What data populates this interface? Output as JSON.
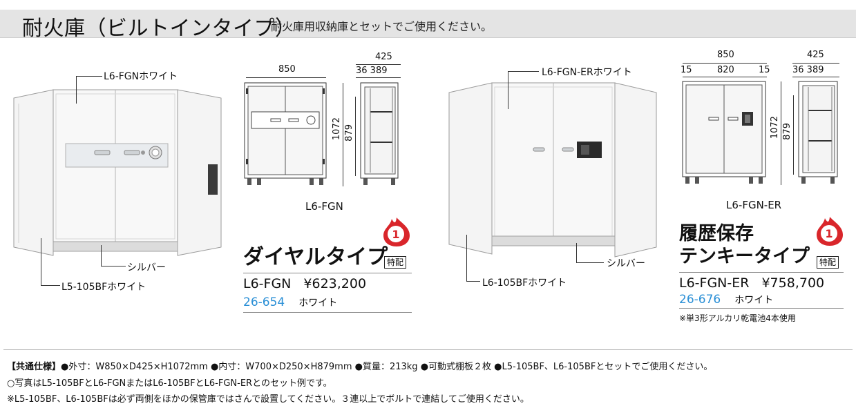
{
  "header": {
    "title": "耐火庫（ビルトインタイプ）",
    "subtitle": "耐火庫用収納庫とセットでご使用ください。"
  },
  "left_photo": {
    "callout_top": "L6-FGNホワイト",
    "callout_silver": "シルバー",
    "callout_base": "L5-105BFホワイト"
  },
  "left_drawing": {
    "width_total": "850",
    "depth_total": "425",
    "depth_parts": "36 389",
    "height_total": "1072",
    "height_inner": "879",
    "model": "L6-FGN"
  },
  "left_product": {
    "icon": "fire-resistant-1h-icon",
    "icon_text": "1",
    "type_title": "ダイヤルタイプ",
    "badge": "特配",
    "model": "L6-FGN",
    "price": "¥623,200",
    "code": "26-654",
    "color": "ホワイト"
  },
  "right_photo": {
    "callout_top": "L6-FGN-ERホワイト",
    "callout_silver": "シルバー",
    "callout_base": "L6-105BFホワイト"
  },
  "right_drawing": {
    "width_total": "850",
    "width_parts": [
      "15",
      "820",
      "15"
    ],
    "depth_total": "425",
    "depth_parts": "36 389",
    "height_total": "1072",
    "height_inner": "879",
    "model": "L6-FGN-ER"
  },
  "right_product": {
    "icon": "fire-resistant-1h-icon",
    "icon_text": "1",
    "type_title_line1": "履歴保存",
    "type_title_line2": "テンキータイプ",
    "badge": "特配",
    "model": "L6-FGN-ER",
    "price": "¥758,700",
    "code": "26-676",
    "color": "ホワイト",
    "note": "※単3形アルカリ乾電池4本使用"
  },
  "specs": {
    "common_key": "【共通仕様】",
    "common_text": "●外寸：W850×D425×H1072mm ●内寸：W700×D250×H879mm ●質量：213kg ●可動式棚板２枚 ●L5-105BF、L6-105BFとセットでご使用ください。",
    "photo_note": "○写真はL5-105BFとL6-FGNまたはL6-105BFとL6-FGN-ERとのセット例です。",
    "install_note": "※L5-105BF、L6-105BFは必ず両側をほかの保管庫ではさんで設置してください。３連以上でボルトで連結してご使用ください。"
  },
  "colors": {
    "header_bg": "#e4e4e4",
    "code_blue": "#2a8fd6",
    "flame_red": "#d9262b"
  }
}
